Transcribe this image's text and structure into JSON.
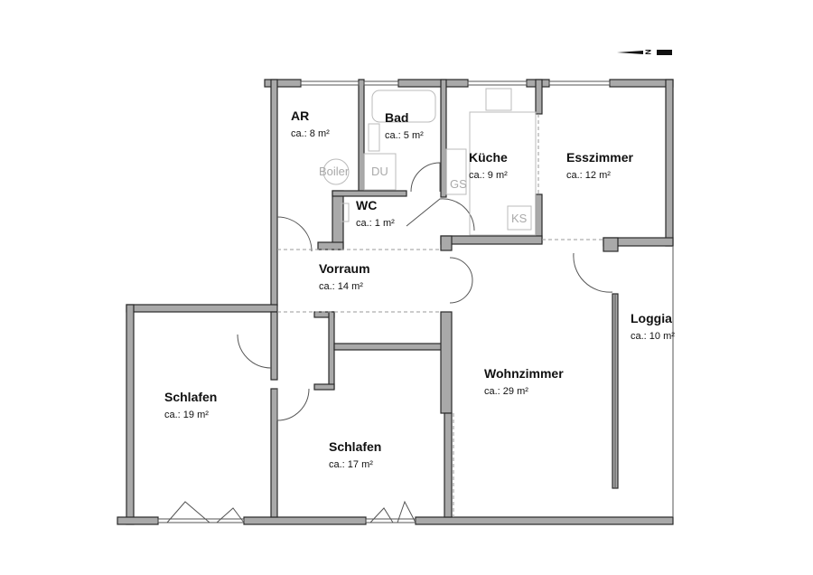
{
  "rooms": [
    {
      "name": "AR",
      "area": "ca.: 8 m²"
    },
    {
      "name": "Bad",
      "area": "ca.: 5 m²"
    },
    {
      "name": "Küche",
      "area": "ca.: 9 m²"
    },
    {
      "name": "Esszimmer",
      "area": "ca.: 12 m²"
    },
    {
      "name": "WC",
      "area": "ca.: 1 m²"
    },
    {
      "name": "Vorraum",
      "area": "ca.: 14 m²"
    },
    {
      "name": "Loggia",
      "area": "ca.: 10 m²"
    },
    {
      "name": "Wohnzimmer",
      "area": "ca.: 29 m²"
    },
    {
      "name": "Schlafen",
      "area": "ca.: 19 m²"
    },
    {
      "name": "Schlafen",
      "area": "ca.: 17 m²"
    }
  ],
  "fixtures": {
    "boiler": "Boiler",
    "shower": "DU",
    "dishwasher": "GS",
    "fridge": "KS"
  },
  "north_label": "N"
}
